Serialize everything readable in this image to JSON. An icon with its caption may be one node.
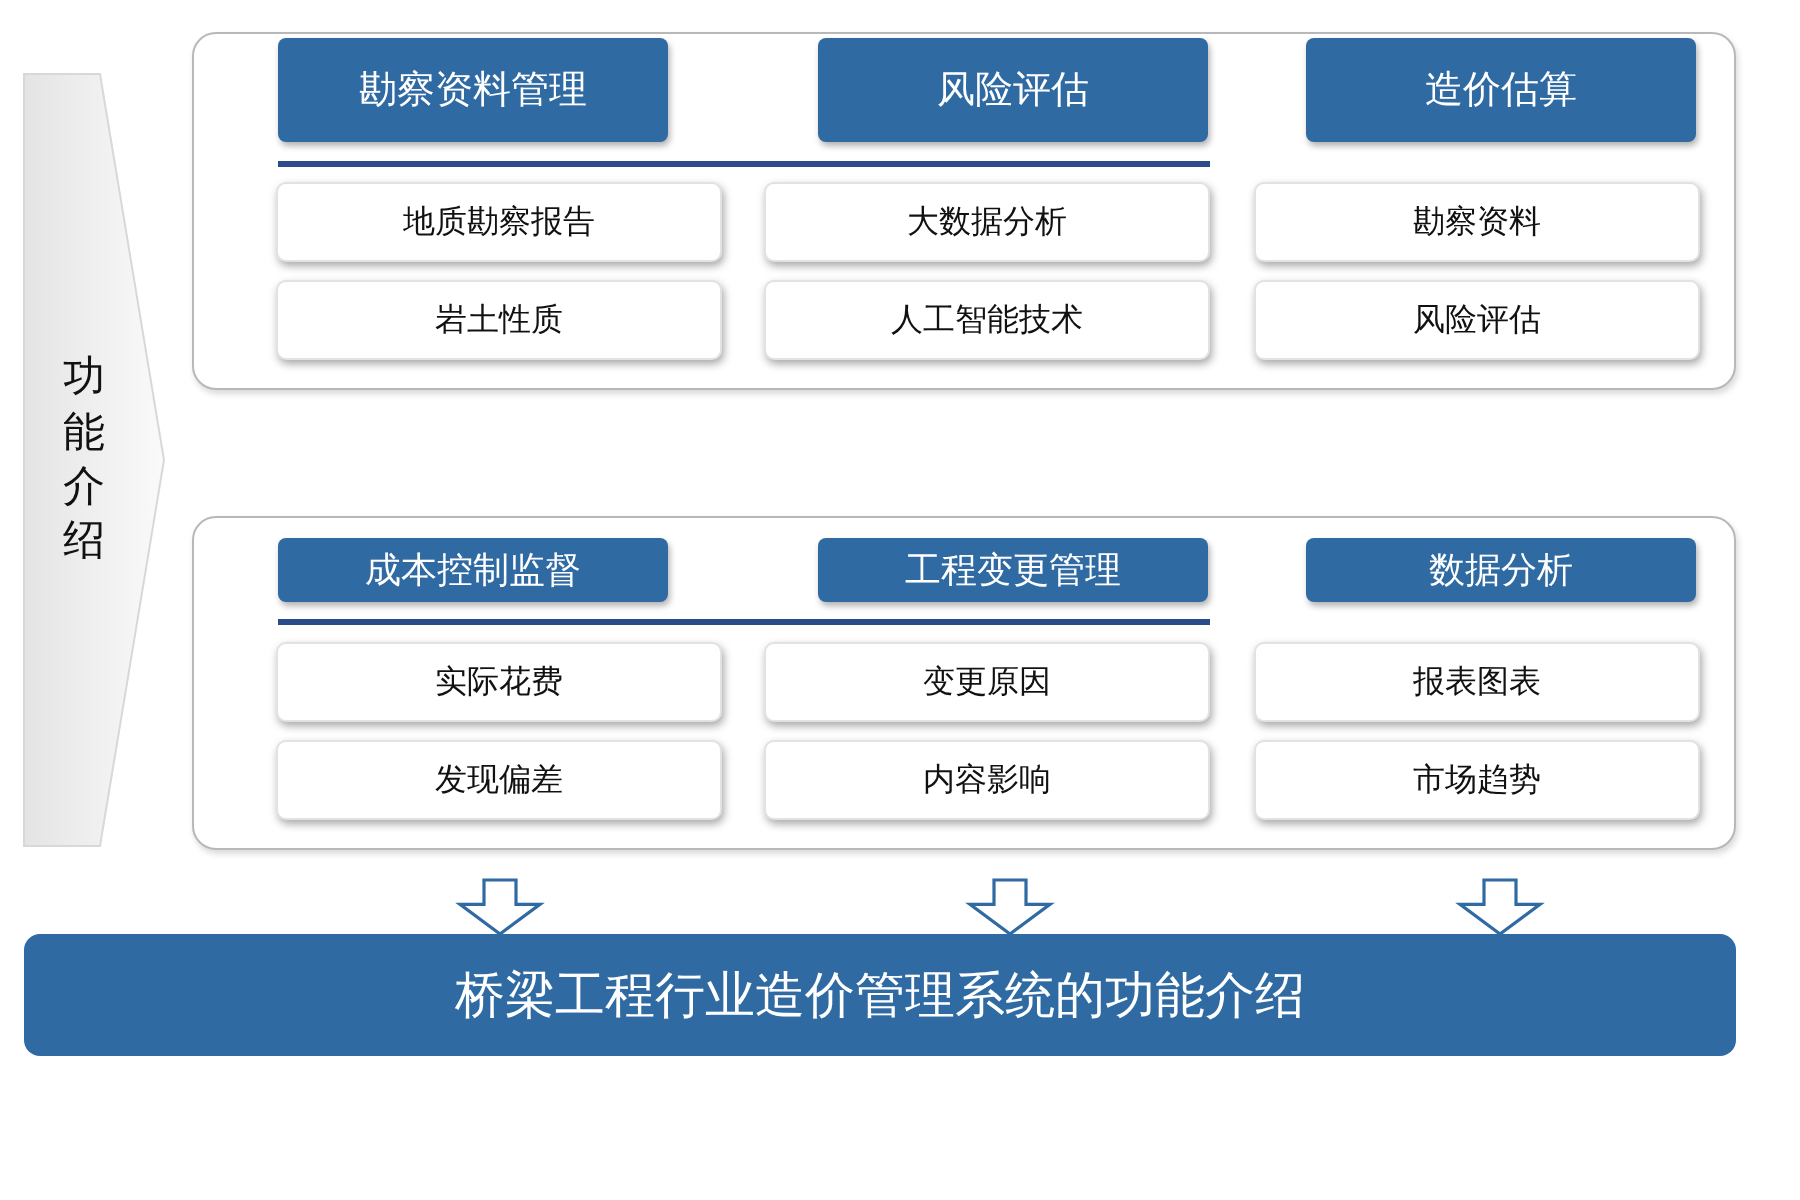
{
  "diagram": {
    "nodes": [
      {
        "text": [
          "功能介绍"
        ]
      },
      {
        "text": [],
        "shape": "box"
      },
      {
        "text": [
          "勘察资料管理"
        ],
        "in": 1
      },
      {
        "text": [
          "风险评估"
        ],
        "in": 1
      },
      {
        "text": [
          "造价估算"
        ],
        "in": 1
      },
      {
        "text": [
          "地质勘察报告"
        ],
        "in": 1
      },
      {
        "text": [
          "大数据分析"
        ],
        "in": 1
      },
      {
        "text": [
          "勘察资料"
        ],
        "in": 1
      },
      {
        "text": [
          "岩土性质"
        ],
        "in": 1
      },
      {
        "text": [
          "人工智能技术"
        ],
        "in": 1
      },
      {
        "text": [
          "风险评估"
        ],
        "in": 1
      },
      {
        "text": [],
        "shape": "box"
      },
      {
        "text": [
          "成本控制监督"
        ],
        "in": 11
      },
      {
        "text": [
          "工程变更管理"
        ],
        "in": 11
      },
      {
        "text": [
          "数据分析"
        ],
        "in": 11
      },
      {
        "text": [
          "实际花费"
        ],
        "in": 11
      },
      {
        "text": [
          "变更原因"
        ],
        "in": 11
      },
      {
        "text": [
          "报表图表"
        ],
        "in": 11
      },
      {
        "text": [
          "发现偏差"
        ],
        "in": 11
      },
      {
        "text": [
          "内容影响"
        ],
        "in": 11
      },
      {
        "text": [
          "市场趋势"
        ],
        "in": 11
      },
      {
        "text": [
          "桥梁工程行业造价管理系统的功能介绍"
        ]
      }
    ],
    "edges": [
      {
        "from": 11,
        "to": 21,
        "arrow": "to"
      },
      {
        "from": 11,
        "to": 21,
        "arrow": "to"
      },
      {
        "from": 11,
        "to": 21,
        "arrow": "to"
      }
    ]
  }
}
